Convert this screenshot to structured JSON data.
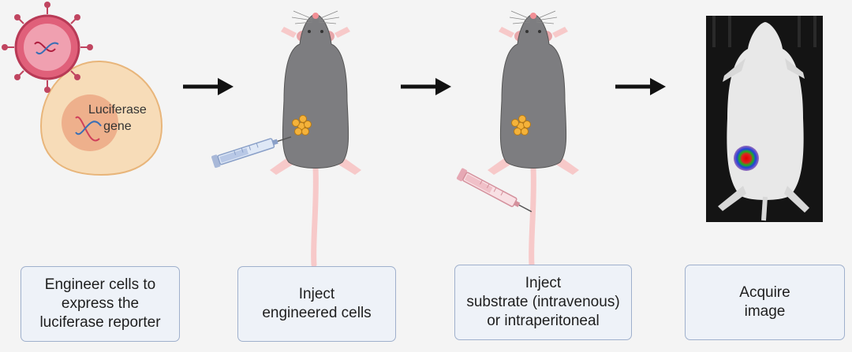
{
  "steps": [
    {
      "label": "Engineer cells to\nexpress the\nluciferase reporter"
    },
    {
      "label": "Inject\nengineered cells"
    },
    {
      "label": "Inject\nsubstrate (intravenous)\nor intraperitoneal"
    },
    {
      "label": "Acquire\nimage"
    }
  ],
  "cell": {
    "gene_label": "Luciferase\ngene"
  },
  "icons": [
    "virus-icon",
    "cell-icon",
    "dna-icon",
    "arrow-icon",
    "mouse-icon",
    "syringe-icon",
    "tumor-icon",
    "bioluminescence-image"
  ],
  "colors": {
    "mouse_body": "#7e7e80",
    "mouse_pink": "#f6c6c6",
    "cell_fill": "#f7dcb8",
    "virus_fill": "#e0607a",
    "box_fill": "#eef2f8",
    "box_border": "#9fb0cc",
    "tumor": "#f4b23a"
  }
}
